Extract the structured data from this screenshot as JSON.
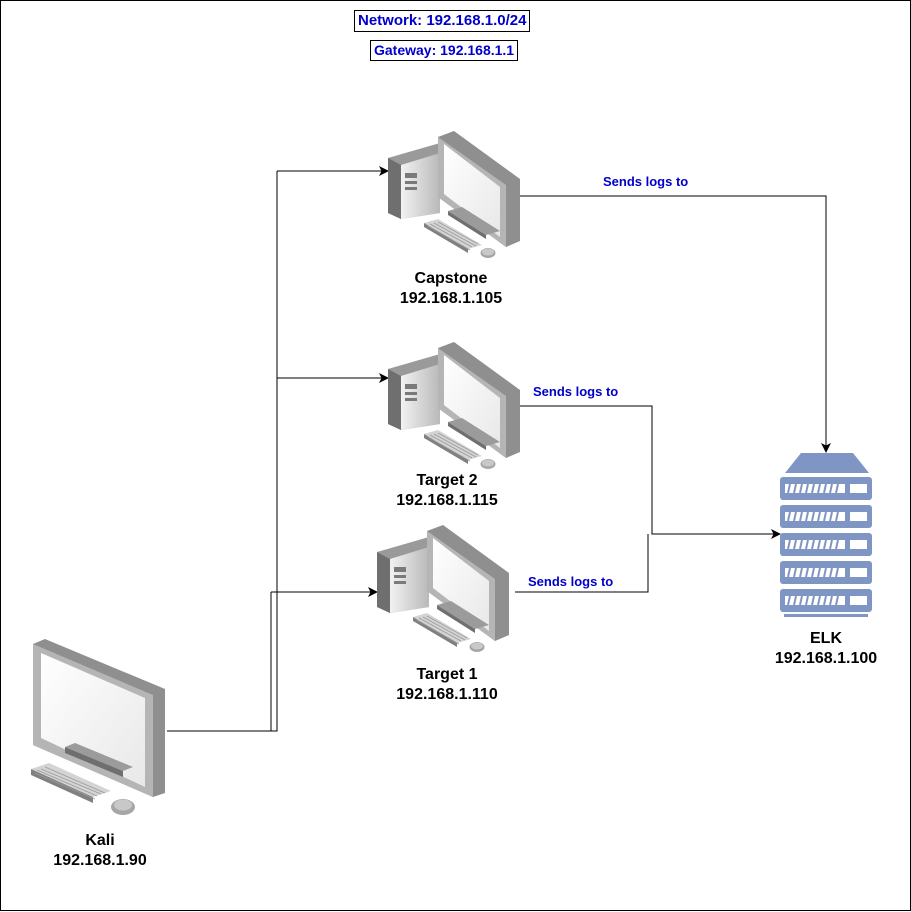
{
  "network": {
    "label": "Network: 192.168.1.0/24"
  },
  "gateway": {
    "label": "Gateway: 192.168.1.1"
  },
  "nodes": {
    "capstone": {
      "name": "Capstone",
      "ip": "192.168.1.105"
    },
    "target2": {
      "name": "Target 2",
      "ip": "192.168.1.115"
    },
    "target1": {
      "name": "Target 1",
      "ip": "192.168.1.110"
    },
    "kali": {
      "name": "Kali",
      "ip": "192.168.1.90"
    },
    "elk": {
      "name": "ELK",
      "ip": "192.168.1.100"
    }
  },
  "edges": {
    "capstone_to_elk": "Sends logs to",
    "target2_to_elk": "Sends logs to",
    "target1_to_elk": "Sends logs to"
  },
  "colors": {
    "label_text": "#0000cc",
    "line": "#000000",
    "device_gray": "#8c8c8c",
    "device_light": "#e6e6e6",
    "server_blue": "#7f96c4"
  }
}
